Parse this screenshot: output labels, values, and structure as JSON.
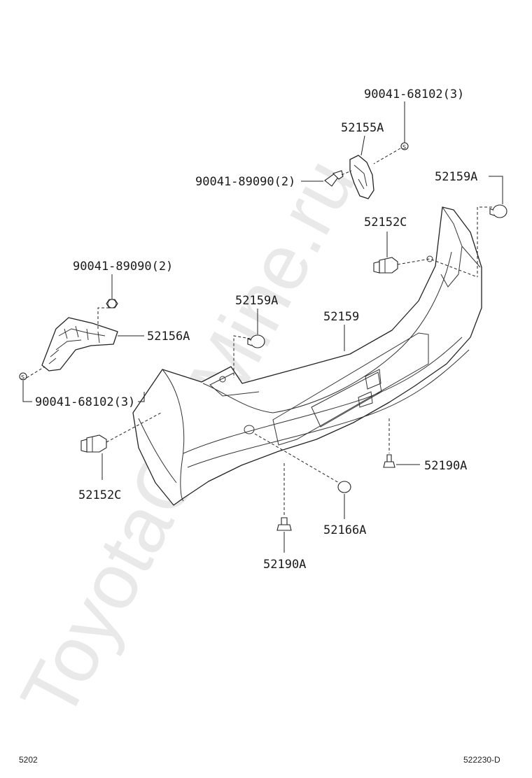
{
  "watermark": "ToyotaCarMine.ru",
  "labels": {
    "screw_top": "90041-68102(3)",
    "retainer_top": "52155A",
    "pin_top": "90041-89090(2)",
    "cap_right": "52159A",
    "clip_right": "52152C",
    "pin_left": "90041-89090(2)",
    "cap_left": "52159A",
    "bumper": "52159",
    "bracket_left": "52156A",
    "screw_left": "90041-68102(3)",
    "clip_left": "52152C",
    "bolt_right": "52190A",
    "plug": "52166A",
    "bolt_bottom": "52190A"
  },
  "footer": {
    "left": "5202",
    "right": "522230-D"
  }
}
